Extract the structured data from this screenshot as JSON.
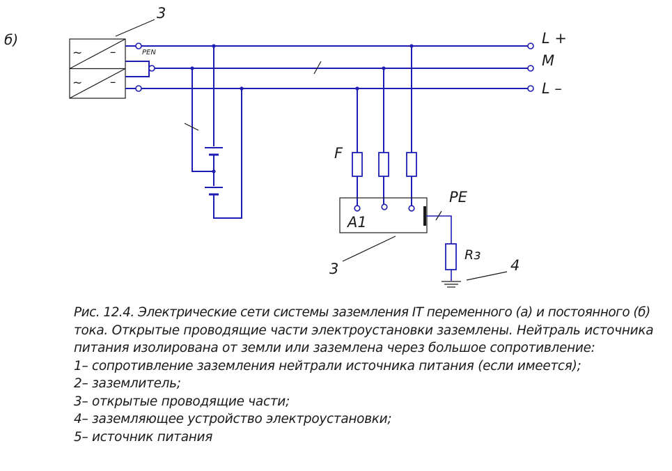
{
  "figure": {
    "panel_label": "б)",
    "labels": {
      "source_callout": "3",
      "pen": "PEN",
      "bus_plus": "L +",
      "bus_mid": "M",
      "bus_minus": "L –",
      "fuse": "F",
      "device": "A1",
      "pe": "PE",
      "resistor": "Rз",
      "parts_callout": "3",
      "earth_callout": "4"
    },
    "source_symbols": {
      "ac": "~",
      "dc": "–"
    }
  },
  "caption": {
    "lines": [
      "Рис. 12.4. Электрические сети системы заземления IT переменного (а) и постоянного (б)",
      "тока. Открытые проводящие части электроустановки заземлены. Нейтраль  источника",
      "питания изолирована от земли или заземлена через большое сопротивление:",
      "1– сопротивление заземления нейтрали источника питания (если имеется);",
      "2– заземлитель;",
      "3– открытые проводящие части;",
      "4– заземляющее устройство электроустановки;",
      "5– источник питания"
    ]
  },
  "colors": {
    "wire": "#1e1eb4",
    "text": "#1a1a1a"
  }
}
